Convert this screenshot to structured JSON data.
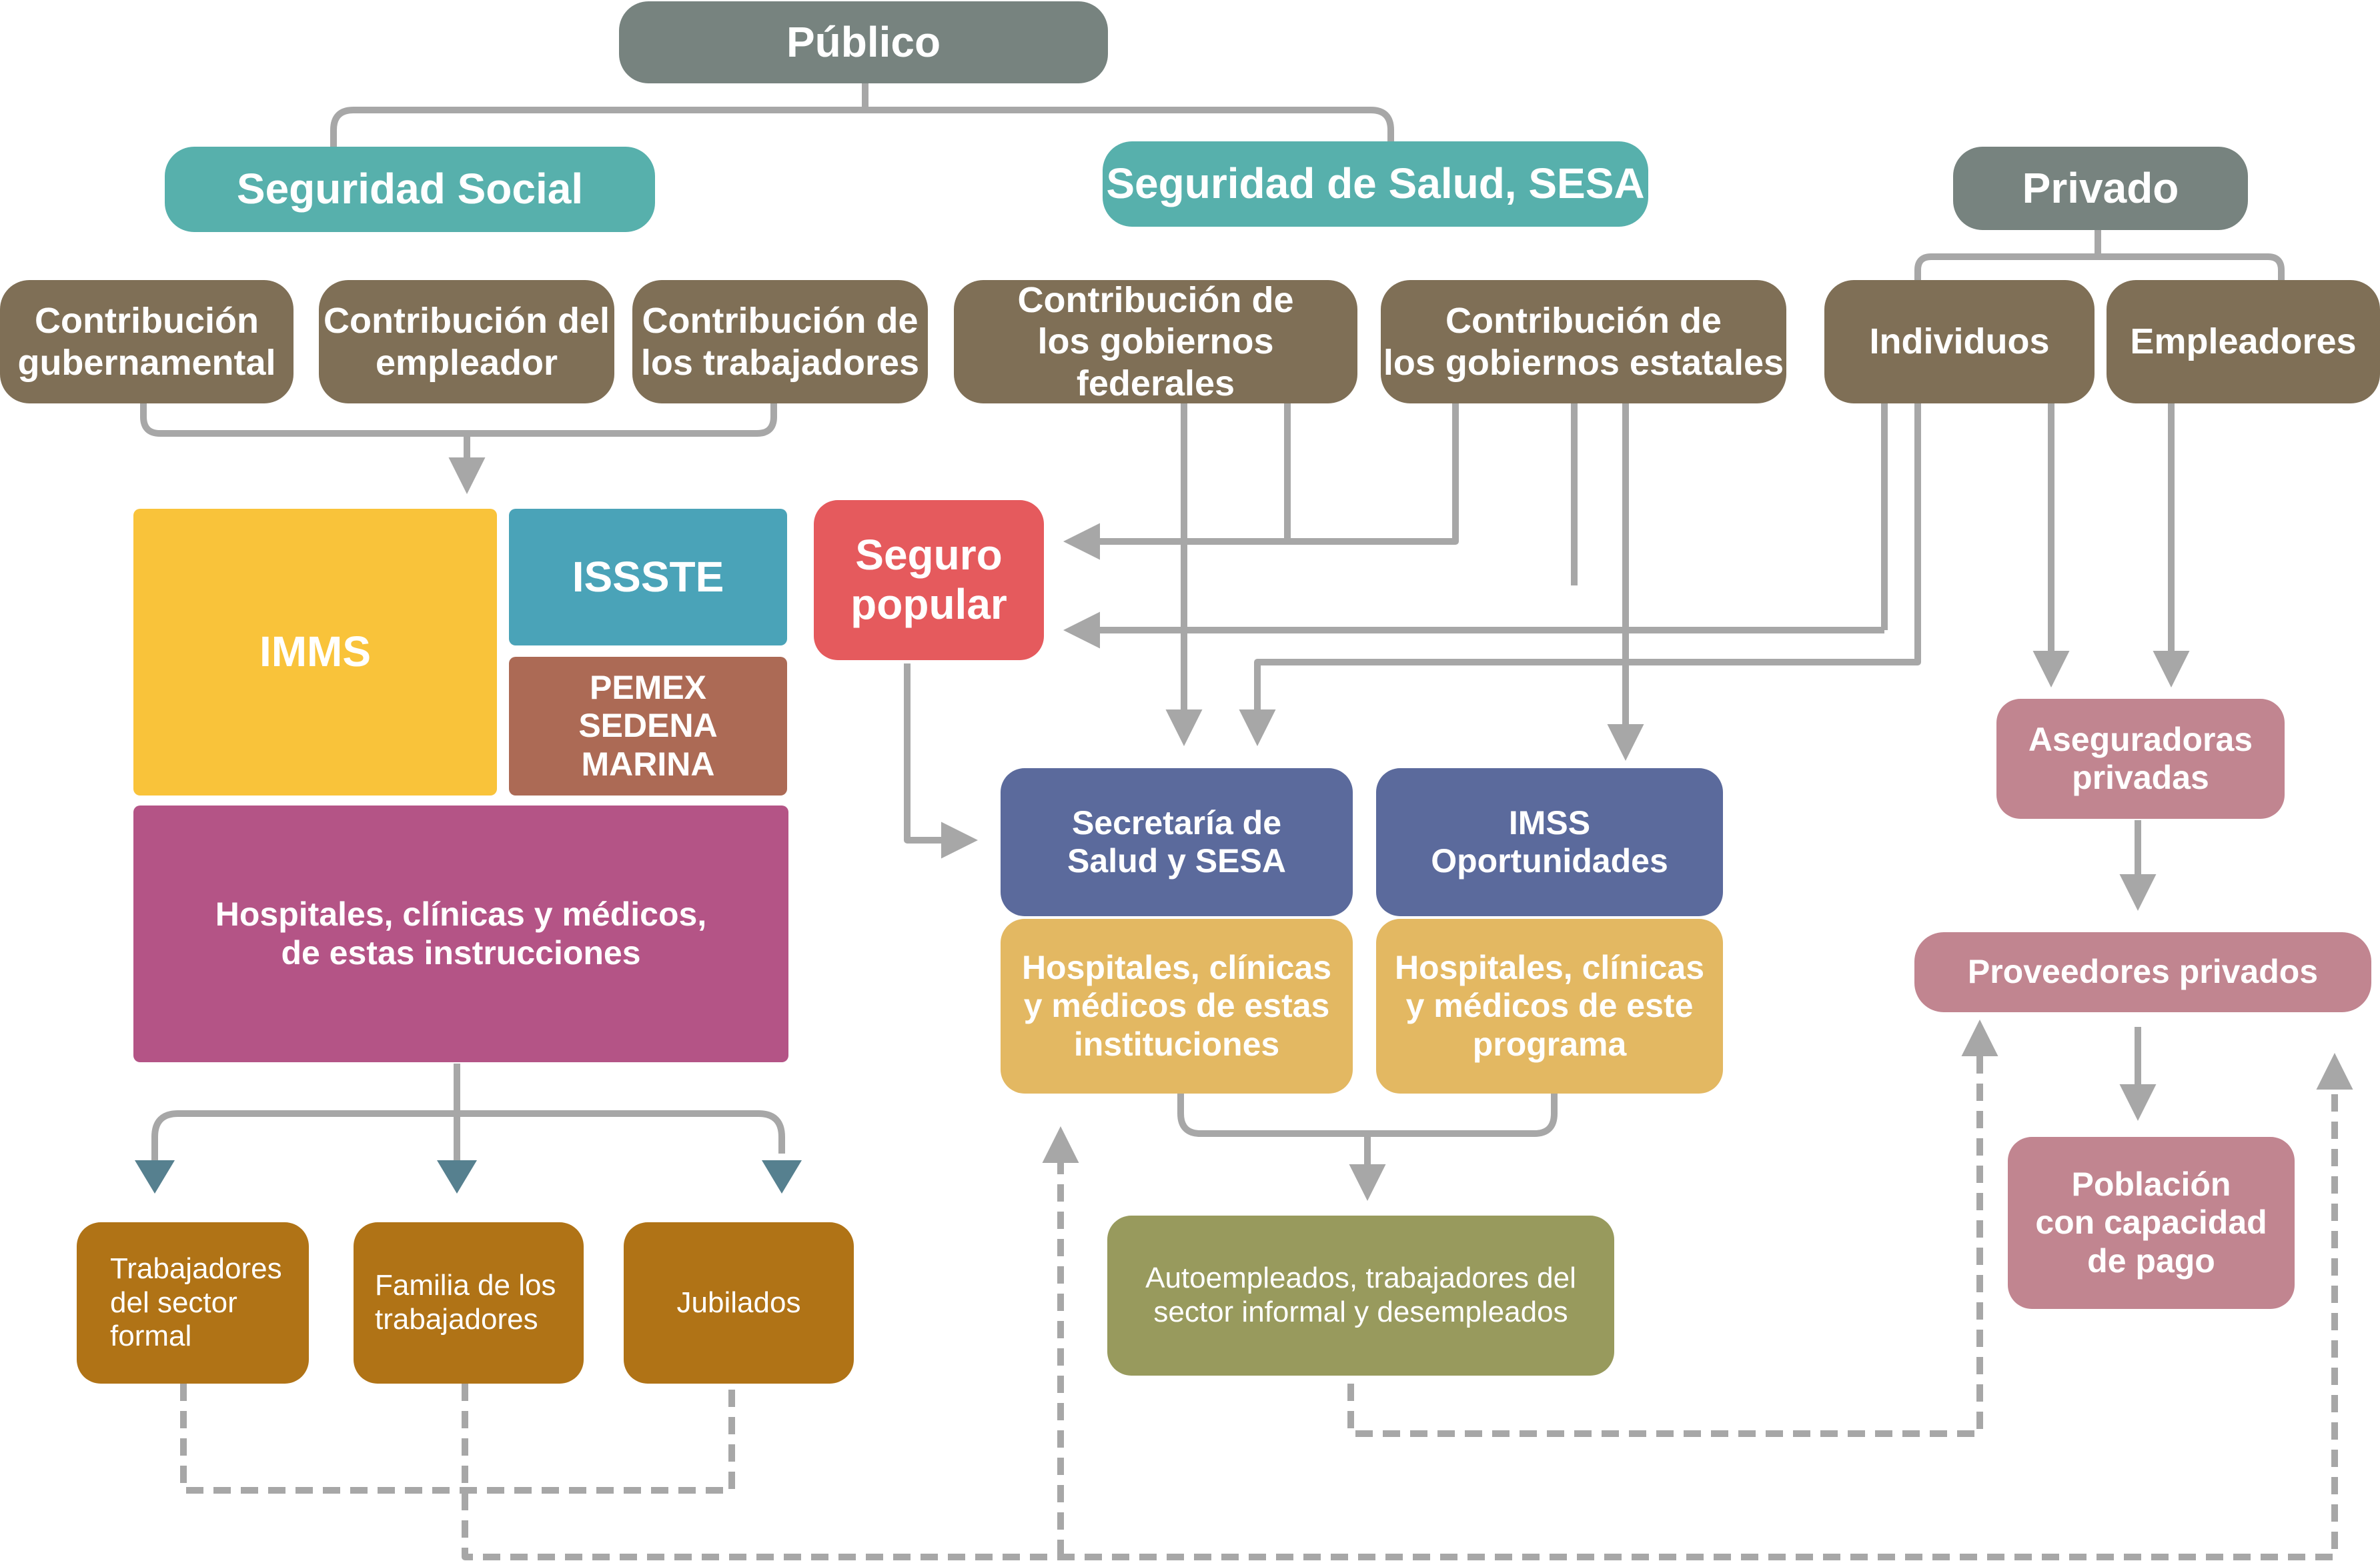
{
  "nodes": {
    "publico": "Público",
    "seguridad_social": "Seguridad Social",
    "sesa": "Seguridad de Salud, SESA",
    "privado": "Privado",
    "contrib_gub": "Contribución\ngubernamental",
    "contrib_empleador": "Contribución del\nempleador",
    "contrib_trab": "Contribución de\nlos trabajadores",
    "contrib_fed": "Contribución de\nlos gobiernos federales",
    "contrib_est": "Contribución de\nlos gobiernos estatales",
    "individuos": "Individuos",
    "empleadores": "Empleadores",
    "imms": "IMMS",
    "issste": "ISSSTE",
    "pemex": "PEMEX\nSEDENA\nMARINA",
    "hosp_ss": "Hospitales, clínicas y médicos,\nde estas instrucciones",
    "seguro_popular": "Seguro\npopular",
    "secretaria": "Secretaría de\nSalud y SESA",
    "imss_op": "IMSS\nOportunidades",
    "hosp_inst": "Hospitales, clínicas\ny médicos de estas\ninstituciones",
    "hosp_prog": "Hospitales, clínicas\ny médicos de este\nprograma",
    "trab_formal": "Trabajadores\ndel sector\nformal",
    "familia": "Familia de los\ntrabajadores",
    "jubilados": "Jubilados",
    "autoempleados": "Autoempleados, trabajadores del\nsector informal y desempleados",
    "aseguradoras": "Aseguradoras\nprivadas",
    "proveedores": "Proveedores privados",
    "poblacion": "Población\ncon capacidad\nde pago"
  },
  "colors": {
    "gray": "#77837f",
    "teal": "#57b0ac",
    "brown": "#7f6f56",
    "yellow": "#f9c33a",
    "issste_teal": "#4aa3b8",
    "terracotta": "#ac6a55",
    "magenta": "#b45486",
    "red": "#e55a5d",
    "navy": "#5b6a9c",
    "sand": "#e3b862",
    "orange": "#b07316",
    "olive": "#989a5d",
    "pink": "#c18590",
    "connector": "#a7a7a7",
    "teal_arrow": "#56808f"
  }
}
